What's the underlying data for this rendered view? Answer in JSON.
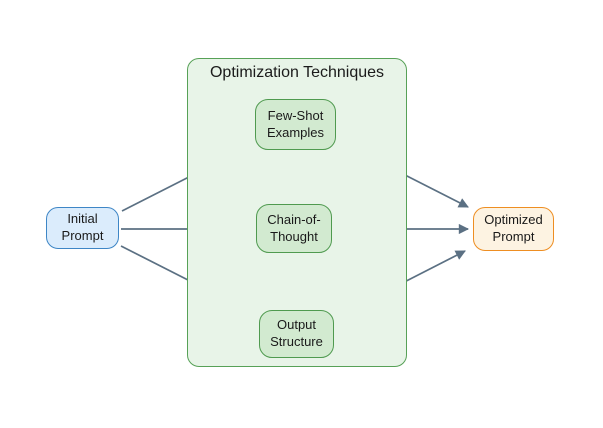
{
  "diagram": {
    "type": "flowchart",
    "background_color": "#ffffff",
    "container": {
      "title": "Optimization Techniques",
      "fill": "#e8f4e8",
      "stroke": "#57a157"
    },
    "nodes": {
      "initial": {
        "label": "Initial\nPrompt",
        "fill": "#dbecfc",
        "stroke": "#3e86c6"
      },
      "few_shot": {
        "label": "Few-Shot\nExamples",
        "fill": "#d2ead0",
        "stroke": "#4f9a4f"
      },
      "chain": {
        "label": "Chain-of-\nThought",
        "fill": "#d2ead0",
        "stroke": "#4f9a4f"
      },
      "output": {
        "label": "Output\nStructure",
        "fill": "#d2ead0",
        "stroke": "#4f9a4f"
      },
      "optimized": {
        "label": "Optimized\nPrompt",
        "fill": "#fdf3e2",
        "stroke": "#ee8e22"
      }
    },
    "edges": [
      {
        "from": "Initial Prompt",
        "to": "Few-Shot Examples"
      },
      {
        "from": "Initial Prompt",
        "to": "Chain-of-Thought"
      },
      {
        "from": "Initial Prompt",
        "to": "Output Structure"
      },
      {
        "from": "Few-Shot Examples",
        "to": "Optimized Prompt"
      },
      {
        "from": "Chain-of-Thought",
        "to": "Optimized Prompt"
      },
      {
        "from": "Output Structure",
        "to": "Optimized Prompt"
      }
    ],
    "edge_color": "#5b7083"
  }
}
